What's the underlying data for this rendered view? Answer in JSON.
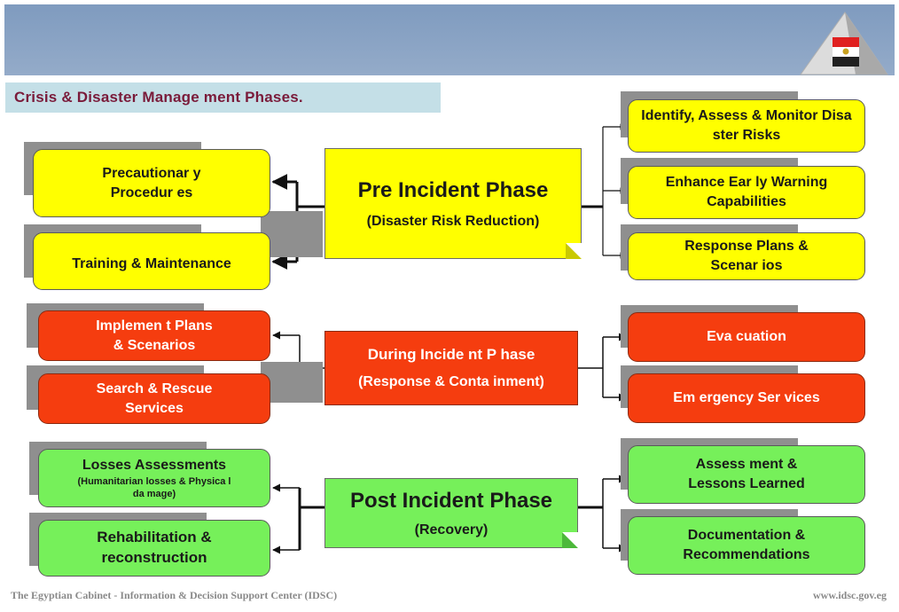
{
  "subtitle": "Crisis & Disaster Manage ment Phases.",
  "phases": {
    "pre": {
      "title": "Pre Incident Phase",
      "subtitle": "(Disaster Risk Reduction)",
      "left": [
        "Precautionar y Procedur es",
        "Training & Maintenance"
      ],
      "right": [
        "Identify, Assess & Monitor Disa ster Risks",
        "Enhance Ear ly Warning Capabilities",
        "Response Plans & Scenar ios"
      ]
    },
    "during": {
      "title": "During Incide nt P hase",
      "subtitle": "(Response & Conta inment)",
      "left": [
        "Implemen t Plans & Scenarios",
        "Search & Rescue Services"
      ],
      "right": [
        "Eva cuation",
        "Em ergency Ser vices"
      ]
    },
    "post": {
      "title": "Post Incident Phase",
      "subtitle": "(Recovery)",
      "left_losses_title": "Losses Assessments",
      "left_losses_note": "(Humanitarian losses & Physica l da mage)",
      "left_rehab": "Rehabilitation & reconstruction",
      "right": [
        "Assess ment & Lessons Learned",
        "Documentation & Recommendations"
      ]
    }
  },
  "footer": {
    "left": "The Egyptian Cabinet - Information & Decision Support Center (IDSC)",
    "right": "www.idsc.gov.eg"
  },
  "colors": {
    "banner": "#8aa3c4",
    "subtitle_bg": "#c4dfe7",
    "subtitle_text": "#7a1b3a",
    "pre": "#ffff00",
    "during": "#f53d0f",
    "post": "#76f05a"
  },
  "icons": {
    "logo": "pyramid-flag-emblem"
  }
}
